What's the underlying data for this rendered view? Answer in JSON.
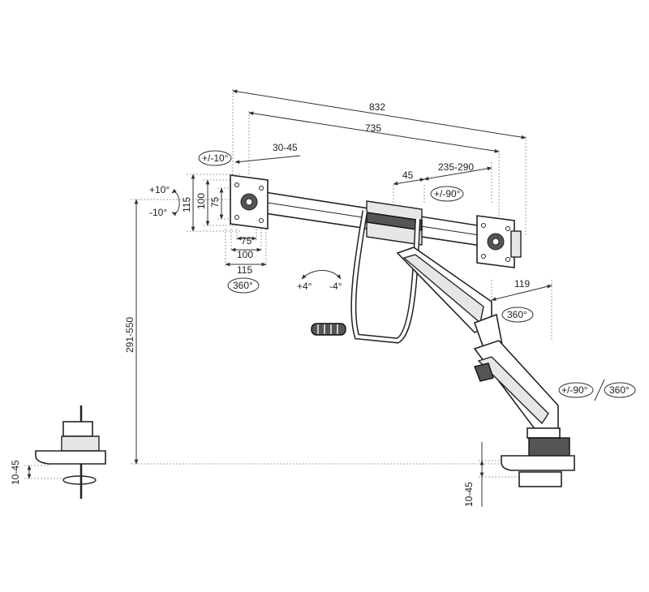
{
  "dimensions": {
    "overall_width": "832",
    "bar_width": "735",
    "arm_offset": "30-45",
    "center_gap": "45",
    "bar_extension": "235-290",
    "arm_reach": "119",
    "vesa_h_75": "75",
    "vesa_h_100": "100",
    "vesa_h_115": "115",
    "vesa_v_75": "75",
    "vesa_v_100": "100",
    "vesa_v_115": "115",
    "height_range": "291-550",
    "clamp_left": "10-45",
    "clamp_right": "10-45"
  },
  "rotations": {
    "tilt_swivel": "+/-10°",
    "tilt_up": "+10°",
    "tilt_down": "-10°",
    "rotate_left_plate": "360°",
    "bar_rotate": "+/-90°",
    "bar_tilt_plus": "+4°",
    "bar_tilt_minus": "-4°",
    "arm_joint": "360°",
    "arm_swing": "+/-90°",
    "base_rotate": "360°"
  },
  "colors": {
    "line": "#222222",
    "dim_line": "#333333",
    "extension_line": "#888888",
    "fill_light": "#e6e6e6",
    "fill_dark": "#555555"
  }
}
